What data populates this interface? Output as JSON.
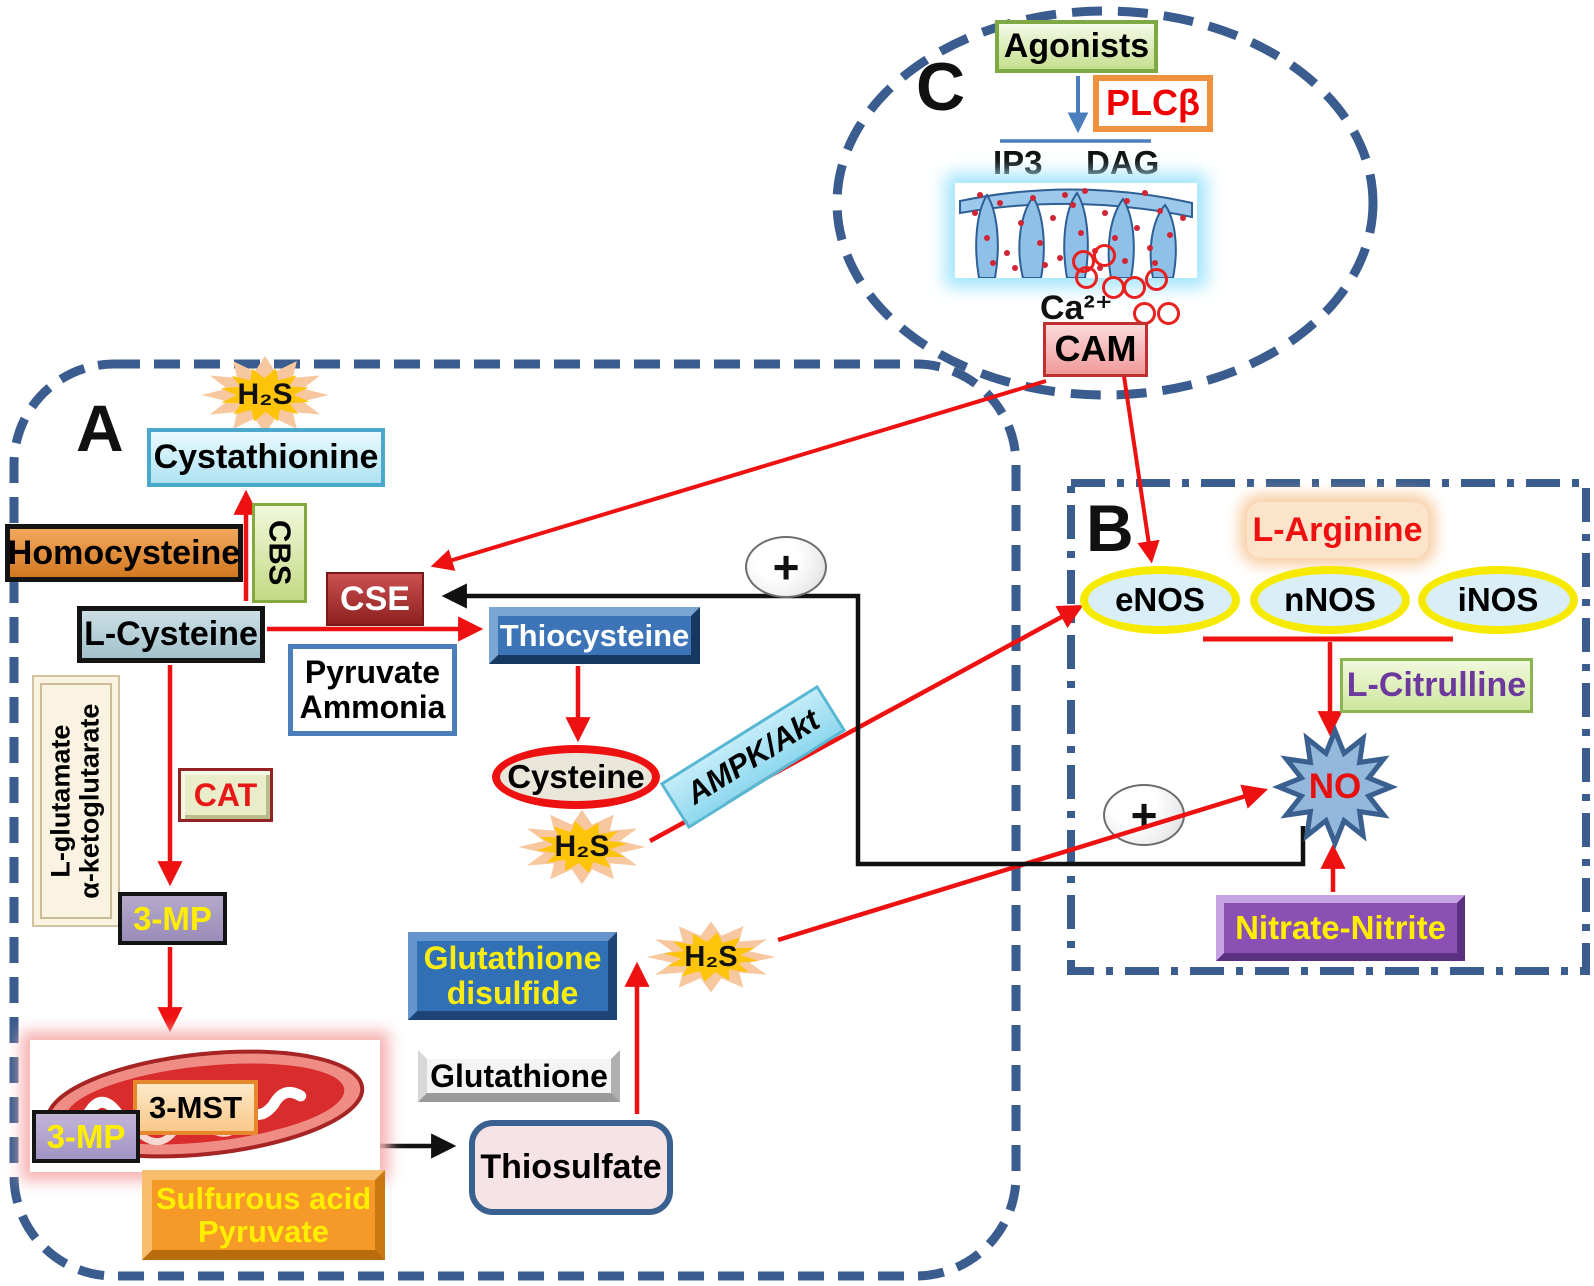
{
  "panel_a": {
    "label": "A",
    "h2s_top": "H₂S",
    "cystathionine": "Cystathionine",
    "homocysteine": "Homocysteine",
    "cbs": "CBS",
    "l_cysteine": "L-Cysteine",
    "cse": "CSE",
    "pyruvate_line1": "Pyruvate",
    "pyruvate_line2": "Ammonia",
    "thiocysteine": "Thiocysteine",
    "cysteine": "Cysteine",
    "h2s_mid": "H₂S",
    "ampk_akt": "AMPK/Akt",
    "l_glutamate_line1": "L-glutamate",
    "l_glutamate_line2": "α-ketoglutarate",
    "cat": "CAT",
    "three_mp": "3-MP",
    "three_mst": "3-MST",
    "three_mp_2": "3-MP",
    "sulfurous_line1": "Sulfurous acid",
    "sulfurous_line2": "Pyruvate",
    "glutathione_disulfide_line1": "Glutathione",
    "glutathione_disulfide_line2": "disulfide",
    "glutathione": "Glutathione",
    "thiosulfate": "Thiosulfate",
    "h2s_bottom": "H₂S",
    "plus": "+"
  },
  "panel_b": {
    "label": "B",
    "l_arginine": "L-Arginine",
    "enos": "eNOS",
    "nnos": "nNOS",
    "inos": "iNOS",
    "l_citrulline": "L-Citrulline",
    "no": "NO",
    "plus": "+",
    "nitrate_nitrite": "Nitrate-Nitrite"
  },
  "panel_c": {
    "label": "C",
    "agonists": "Agonists",
    "plc_beta": "PLCβ",
    "ip3": "IP3",
    "dag": "DAG",
    "ca_ion": "Ca²⁺",
    "cam": "CAM"
  },
  "colors": {
    "dashed_border": "#3a5c8e",
    "red_arrow": "#ee1111",
    "black_arrow": "#111111",
    "blue_arrow": "#4a7ebc",
    "h2s_star_outer": "#f7c8a0",
    "h2s_star_inner": "#fec40a",
    "no_star_fill": "#94b8dc",
    "no_star_border": "#3a6090",
    "nos_ellipse_border": "#f6ea00",
    "cse_fill": "#9c2828",
    "yellow_text": "#ffee00"
  }
}
